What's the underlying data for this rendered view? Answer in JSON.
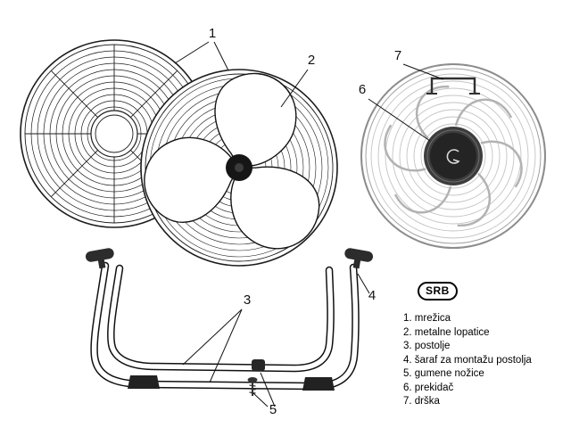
{
  "labels": {
    "grille": "1",
    "blades": "2",
    "stand": "3",
    "screw": "4",
    "feet": "5",
    "switch": "6",
    "handle": "7"
  },
  "badge": "SRB",
  "parts": [
    "1. mrežica",
    "2. metalne lopatice",
    "3. postolje",
    "4. šaraf za montažu postolja",
    "5. gumene nožice",
    "6. prekidač",
    "7. drška"
  ],
  "colors": {
    "line": "#1c1c1c",
    "light_line": "#c4c4c4",
    "hub_dark": "#2b2b2b",
    "gray_fan": "#b2b2b2"
  }
}
